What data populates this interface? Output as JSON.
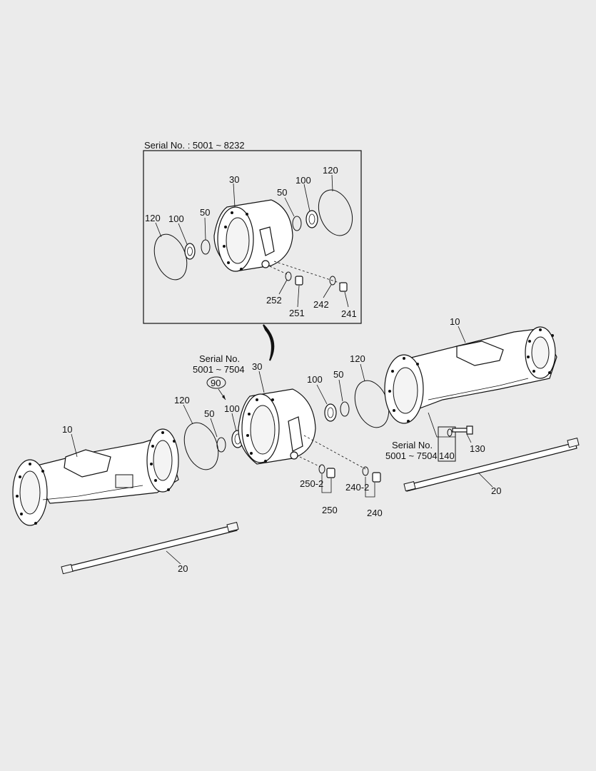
{
  "inset": {
    "title": "Serial No. : 5001 ~ 8232",
    "labels": {
      "l30": "30",
      "l100a": "100",
      "l120a": "120",
      "l50a": "50",
      "l120b": "120",
      "l100b": "100",
      "l50b": "50",
      "l252": "252",
      "l251": "251",
      "l242": "242",
      "l241": "241"
    }
  },
  "main": {
    "serial_left_line1": "Serial No.",
    "serial_left_line2": "5001 ~ 7504",
    "serial_right_line1": "Serial No.",
    "serial_right_line2": "5001 ~ 7504",
    "labels": {
      "l90": "90",
      "l30": "30",
      "l120L": "120",
      "l50L": "50",
      "l100L": "100",
      "l10L": "10",
      "l100R": "100",
      "l50R": "50",
      "l120R": "120",
      "l10R": "10",
      "l130": "130",
      "l140": "140",
      "l20R": "20",
      "l20L": "20",
      "l250_2": "250-2",
      "l250": "250",
      "l240_2": "240-2",
      "l240": "240"
    }
  }
}
